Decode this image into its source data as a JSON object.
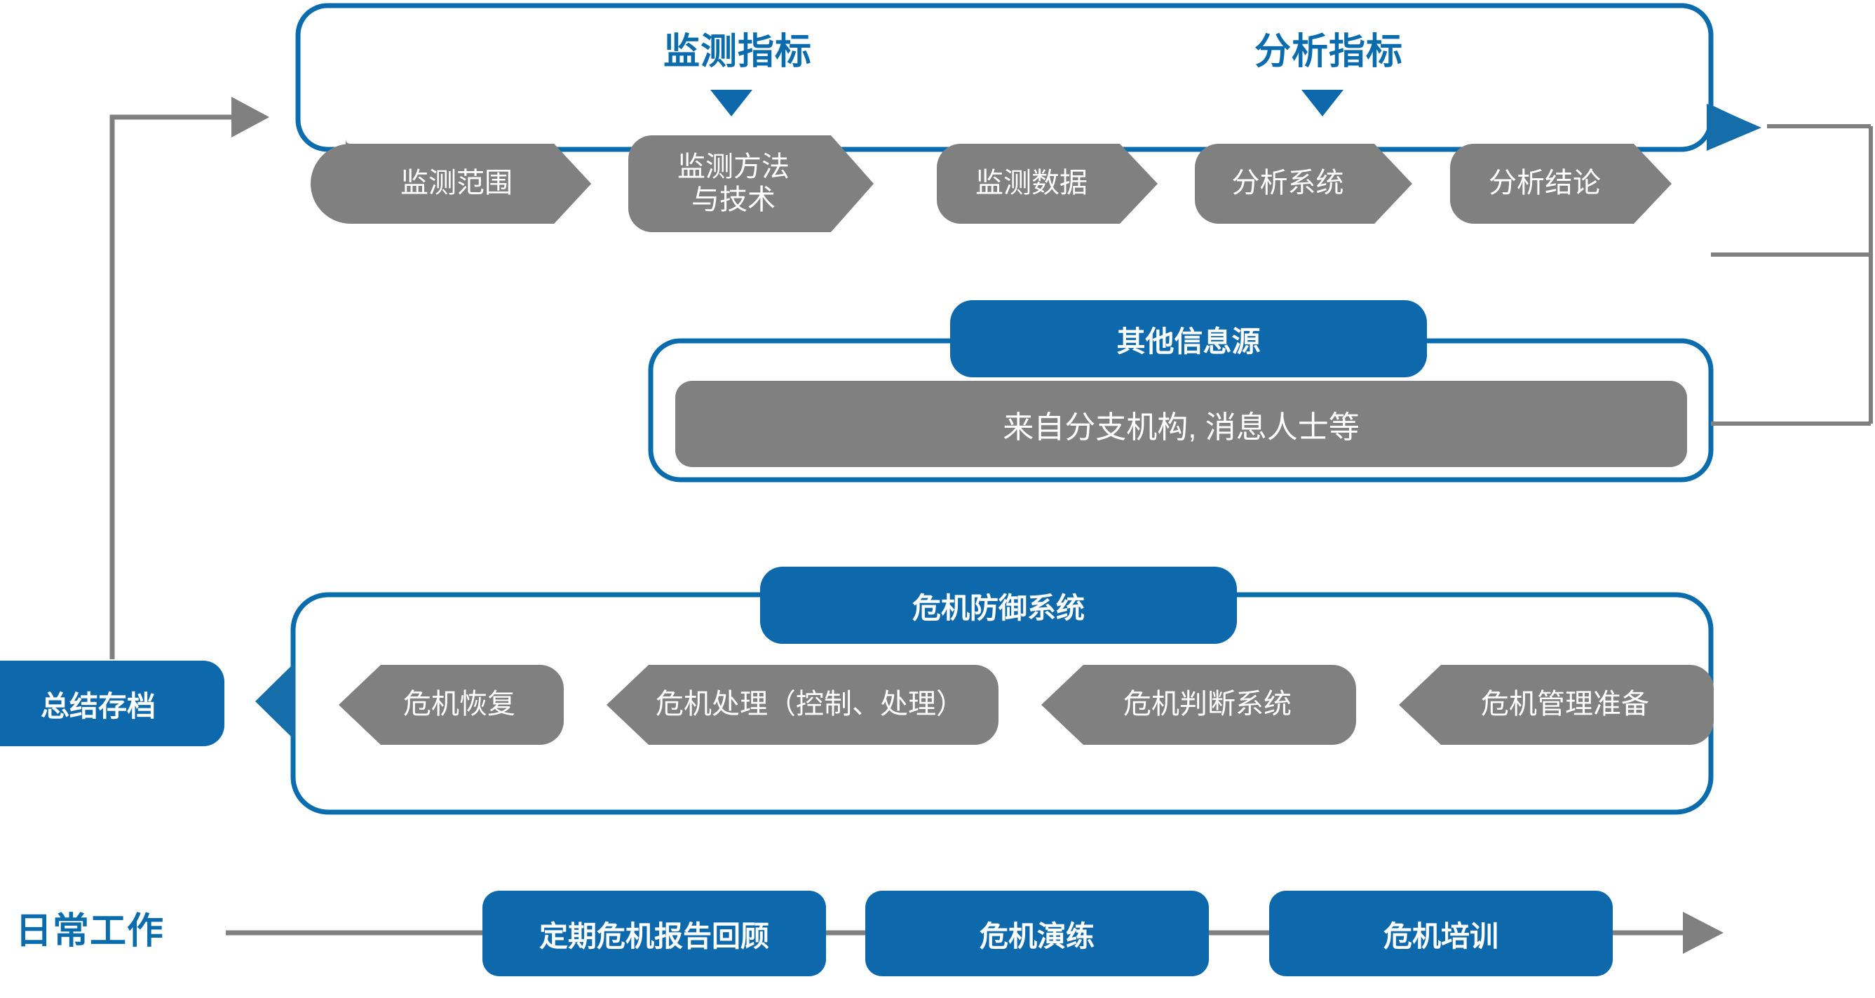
{
  "diagram": {
    "title_colors": {
      "blue": "#0B6CAD",
      "gray": "#808080",
      "white": "#FFFFFF"
    },
    "section_markers": [
      {
        "label": "监测指标",
        "marker": "down-triangle-icon"
      },
      {
        "label": "分析指标",
        "marker": "down-triangle-icon"
      }
    ],
    "panels": [
      {
        "id": "monitoring-analysis-panel",
        "header": null,
        "direction": "right",
        "chips": [
          {
            "label": "监测范围",
            "lines": [
              "监测范围"
            ]
          },
          {
            "label": "监测方法与技术",
            "lines": [
              "监测方法",
              "与技术"
            ]
          },
          {
            "label": "监测数据",
            "lines": [
              "监测数据"
            ]
          },
          {
            "label": "分析系统",
            "lines": [
              "分析系统"
            ]
          },
          {
            "label": "分析结论",
            "lines": [
              "分析结论"
            ]
          }
        ]
      },
      {
        "id": "other-info-sources-panel",
        "header": "其他信息源",
        "direction": "none",
        "wide_bar": "来自分支机构, 消息人士等"
      },
      {
        "id": "crisis-defense-system-panel",
        "header": "危机防御系统",
        "direction": "left",
        "chips": [
          {
            "label": "危机恢复",
            "lines": [
              "危机恢复"
            ]
          },
          {
            "label": "危机处理（控制、处理）",
            "lines": [
              "危机处理（控制、处理）"
            ]
          },
          {
            "label": "危机判断系统",
            "lines": [
              "危机判断系统"
            ]
          },
          {
            "label": "危机管理准备",
            "lines": [
              "危机管理准备"
            ]
          }
        ]
      }
    ],
    "archive_node": {
      "label": "总结存档",
      "id": "summary-archive"
    },
    "daily_work": {
      "label": "日常工作",
      "items": [
        "定期危机报告回顾",
        "危机演练",
        "危机培训"
      ]
    },
    "connectors": [
      {
        "id": "feedback-loop-arrow",
        "icon": "right-arrow-icon"
      },
      {
        "id": "panel1-out-arrow",
        "icon": "right-triangle-icon"
      },
      {
        "id": "archive-in-arrow",
        "icon": "left-triangle-icon"
      },
      {
        "id": "daily-flow-arrow",
        "icon": "right-arrow-icon"
      }
    ]
  }
}
